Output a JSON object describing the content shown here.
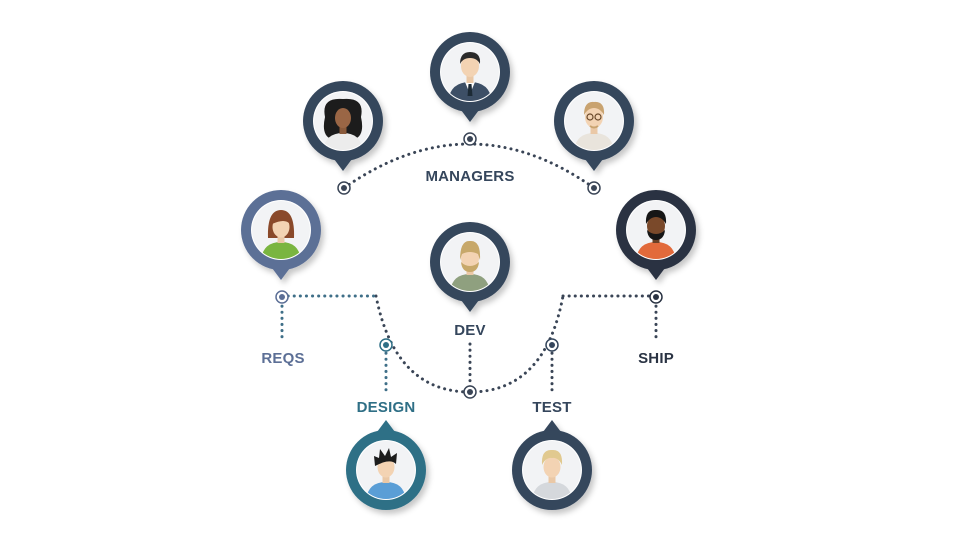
{
  "labels": {
    "managers": "MANAGERS",
    "dev": "DEV",
    "reqs": "REQS",
    "ship": "SHIP",
    "design": "DESIGN",
    "test": "TEST"
  },
  "colors": {
    "navy": "#35465c",
    "slate": "#5c6f96",
    "teal": "#2f6f86",
    "dark": "#2a3343",
    "dots": "#3a4556",
    "dots_blue": "#3f6f88",
    "bg": "#ffffff"
  },
  "people": [
    {
      "id": "manager-left",
      "role": "manager",
      "icon": "woman-curly-hair-avatar"
    },
    {
      "id": "manager-center",
      "role": "manager",
      "icon": "man-suit-tie-avatar"
    },
    {
      "id": "manager-right",
      "role": "manager",
      "icon": "man-glasses-avatar"
    },
    {
      "id": "reqs-person",
      "role": "reqs",
      "icon": "woman-short-hair-avatar"
    },
    {
      "id": "dev-person",
      "role": "dev",
      "icon": "man-beard-avatar"
    },
    {
      "id": "ship-person",
      "role": "ship",
      "icon": "man-dark-beard-avatar"
    },
    {
      "id": "design-person",
      "role": "design",
      "icon": "man-spiky-hair-avatar"
    },
    {
      "id": "test-person",
      "role": "test",
      "icon": "man-blond-avatar"
    }
  ]
}
